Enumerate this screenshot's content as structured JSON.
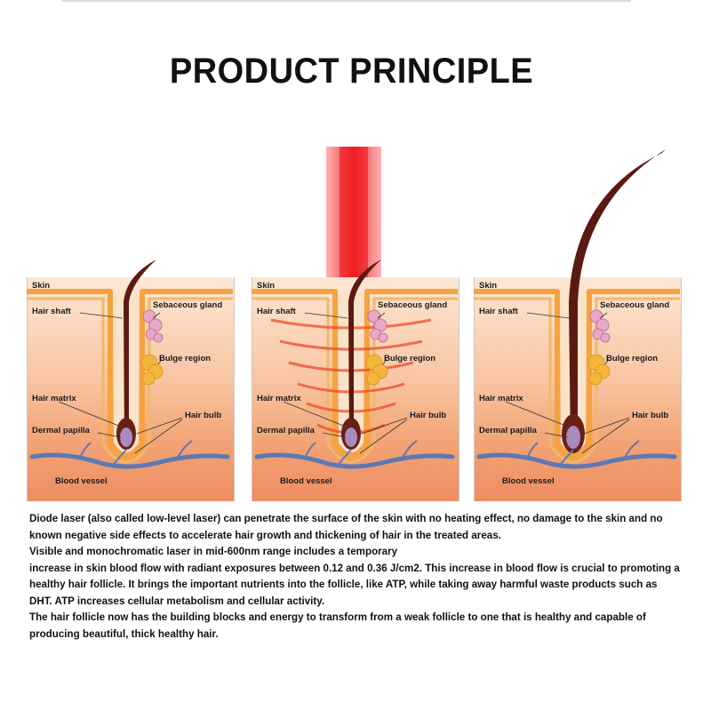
{
  "title": "PRODUCT PRINCIPLE",
  "diagram_labels": {
    "skin": "Skin",
    "hair_shaft": "Hair shaft",
    "sebaceous_gland": "Sebaceous gland",
    "bulge_region": "Bulge region",
    "hair_matrix": "Hair matrix",
    "hair_bulb": "Hair bulb",
    "dermal_papilla": "Dermal papilla",
    "blood_vessel": "Blood vessel"
  },
  "panels": [
    {
      "stage": "before treatment",
      "laser": false,
      "hair": "thin"
    },
    {
      "stage": "laser applied",
      "laser": true,
      "hair": "thin"
    },
    {
      "stage": "after treatment",
      "laser": false,
      "hair": "thick"
    }
  ],
  "colors": {
    "laser": "#e8191e",
    "hair": "#5a1a12",
    "follicle_border": "#f2a33a",
    "bulge": "#f4b63a",
    "gland": "#e9a8c8",
    "vessel": "#5b79b4"
  },
  "description": [
    "Diode laser (also called low-level laser) can penetrate the surface of the skin with  no heating effect, no damage to the skin and no known negative side effects to  accelerate hair growth and thickening of hair in the treated areas.",
    "Visible and monochromatic laser in mid-600nm range includes a temporary",
    "increase in skin blood flow with radiant exposures between 0.12 and 0.36 J/cm2.  This increase in blood flow is crucial to promoting a healthy hair follicle. It brings  the important nutrients into the follicle, like ATP, while taking away harmful waste  products such as DHT. ATP increases cellular metabolism and cellular activity.",
    "The hair follicle now has the building blocks and energy to transform from a  weak follicle to one that is healthy and capable of producing beautiful, thick  healthy hair."
  ]
}
